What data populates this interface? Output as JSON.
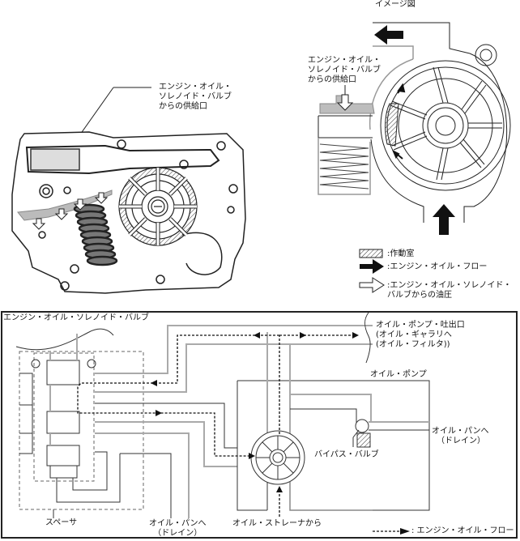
{
  "top_left": {
    "callout_label": [
      "エンジン・オイル・",
      "ソレノイド・バルブ",
      "からの供給口"
    ]
  },
  "top_right": {
    "title": "イメージ図",
    "callout_label": [
      "エンジン・オイル・",
      "ソレノイド・バルブ",
      "からの供給口"
    ]
  },
  "legend": {
    "items": [
      {
        "icon": "hatched-box-icon",
        "label": ":作動室"
      },
      {
        "icon": "solid-arrow-icon",
        "label": ":エンジン・オイル・フロー"
      },
      {
        "icon": "outline-arrow-icon",
        "label": ":エンジン・オイル・ソレノイド・",
        "label2": "バルブからの油圧"
      }
    ]
  },
  "bottom": {
    "solenoid_label": "エンジン・オイル・ソレノイド・バルブ",
    "discharge_label": [
      "オイル・ポンプ・吐出口",
      "(オイル・ギャラリへ",
      "(オイル・フィルタ))"
    ],
    "pump_label": "オイル・ポンプ",
    "drain_right": [
      "オイル・パンへ",
      "（ドレイン）"
    ],
    "bypass_label": "バイパス・バルブ",
    "spacer_label": "スペーサ",
    "drain_bottom": [
      "オイル・パンへ",
      "（ドレイン）"
    ],
    "strainer_label": "オイル・ストレーナから",
    "flow_legend": ": エンジン・オイル・フロー"
  },
  "colors": {
    "line": "#222222",
    "gray_path": "#aaaaaa",
    "supply_fill": "#bdbdbd"
  }
}
